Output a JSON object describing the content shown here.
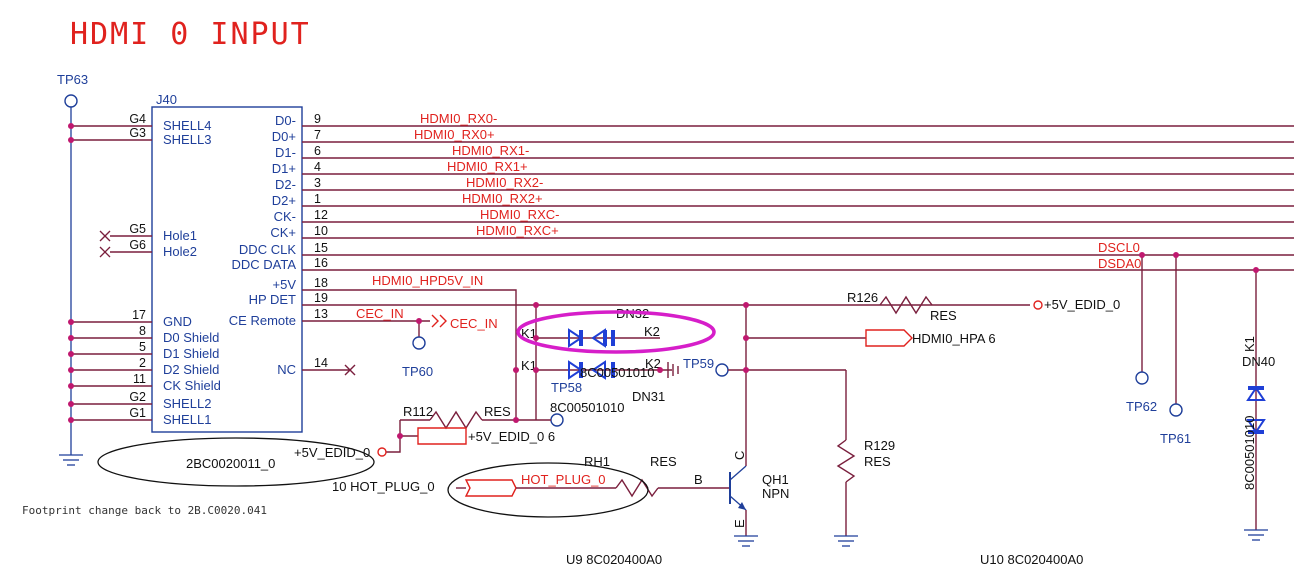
{
  "title": "HDMI 0 INPUT",
  "note": "Footprint change back to 2B.C0020.041",
  "connector": {
    "ref": "J40",
    "part": "2BC0020011_0",
    "left_pins": [
      {
        "num": "G4",
        "name": "SHELL4"
      },
      {
        "num": "G3",
        "name": "SHELL3"
      },
      {
        "num": "G5",
        "name": "Hole1"
      },
      {
        "num": "G6",
        "name": "Hole2"
      },
      {
        "num": "17",
        "name": "GND"
      },
      {
        "num": "8",
        "name": "D0 Shield"
      },
      {
        "num": "5",
        "name": "D1 Shield"
      },
      {
        "num": "2",
        "name": "D2 Shield"
      },
      {
        "num": "11",
        "name": "CK Shield"
      },
      {
        "num": "G2",
        "name": "SHELL2"
      },
      {
        "num": "G1",
        "name": "SHELL1"
      }
    ],
    "right_pins": [
      {
        "num": "9",
        "name": "D0-",
        "net": "HDMI0_RX0-"
      },
      {
        "num": "7",
        "name": "D0+",
        "net": "HDMI0_RX0+"
      },
      {
        "num": "6",
        "name": "D1-",
        "net": "HDMI0_RX1-"
      },
      {
        "num": "4",
        "name": "D1+",
        "net": "HDMI0_RX1+"
      },
      {
        "num": "3",
        "name": "D2-",
        "net": "HDMI0_RX2-"
      },
      {
        "num": "1",
        "name": "D2+",
        "net": "HDMI0_RX2+"
      },
      {
        "num": "12",
        "name": "CK-",
        "net": "HDMI0_RXC-"
      },
      {
        "num": "10",
        "name": "CK+",
        "net": "HDMI0_RXC+"
      },
      {
        "num": "15",
        "name": "DDC CLK",
        "net": "DSCL0"
      },
      {
        "num": "16",
        "name": "DDC DATA",
        "net": "DSDA0"
      },
      {
        "num": "18",
        "name": "+5V",
        "net": "HDMI0_HPD5V_IN"
      },
      {
        "num": "19",
        "name": "HP DET",
        "net": ""
      },
      {
        "num": "13",
        "name": "CE Remote",
        "net": "CEC_IN"
      },
      {
        "num": "14",
        "name": "NC",
        "net": ""
      }
    ]
  },
  "testpoints": {
    "tp63": "TP63",
    "tp60": "TP60",
    "tp58": "TP58",
    "tp59": "TP59",
    "tp62": "TP62",
    "tp61": "TP61"
  },
  "parts": {
    "dn32_ref": "DN32",
    "dn32_value": "8C00501010",
    "dn31_ref": "DN31",
    "dn31_value": "8C00501010",
    "dn40_ref": "DN40",
    "dn40_value": "8C00501010",
    "k1": "K1",
    "k2": "K2",
    "r112_ref": "R112",
    "r112_value": "RES",
    "r126_ref": "R126",
    "r126_value": "RES",
    "r129_ref": "R129",
    "r129_value": "RES",
    "rh1_ref": "RH1",
    "rh1_value": "RES",
    "qh1_ref": "QH1",
    "qh1_value": "NPN",
    "q_b": "B",
    "q_c": "C",
    "q_e": "E",
    "u9": "U9 8C020400A0",
    "u10": "U10 8C020400A0"
  },
  "nets": {
    "cec_in": "CEC_IN",
    "cec_in_port": "CEC_IN",
    "edid_right": "+5V_EDID_0",
    "edid_left": "+5V_EDID_0",
    "edid_port": "+5V_EDID_0 6",
    "hpa_port": "HDMI0_HPA 6",
    "hot_plug_port": "10 HOT_PLUG_0",
    "hot_plug_net": "HOT_PLUG_0"
  }
}
